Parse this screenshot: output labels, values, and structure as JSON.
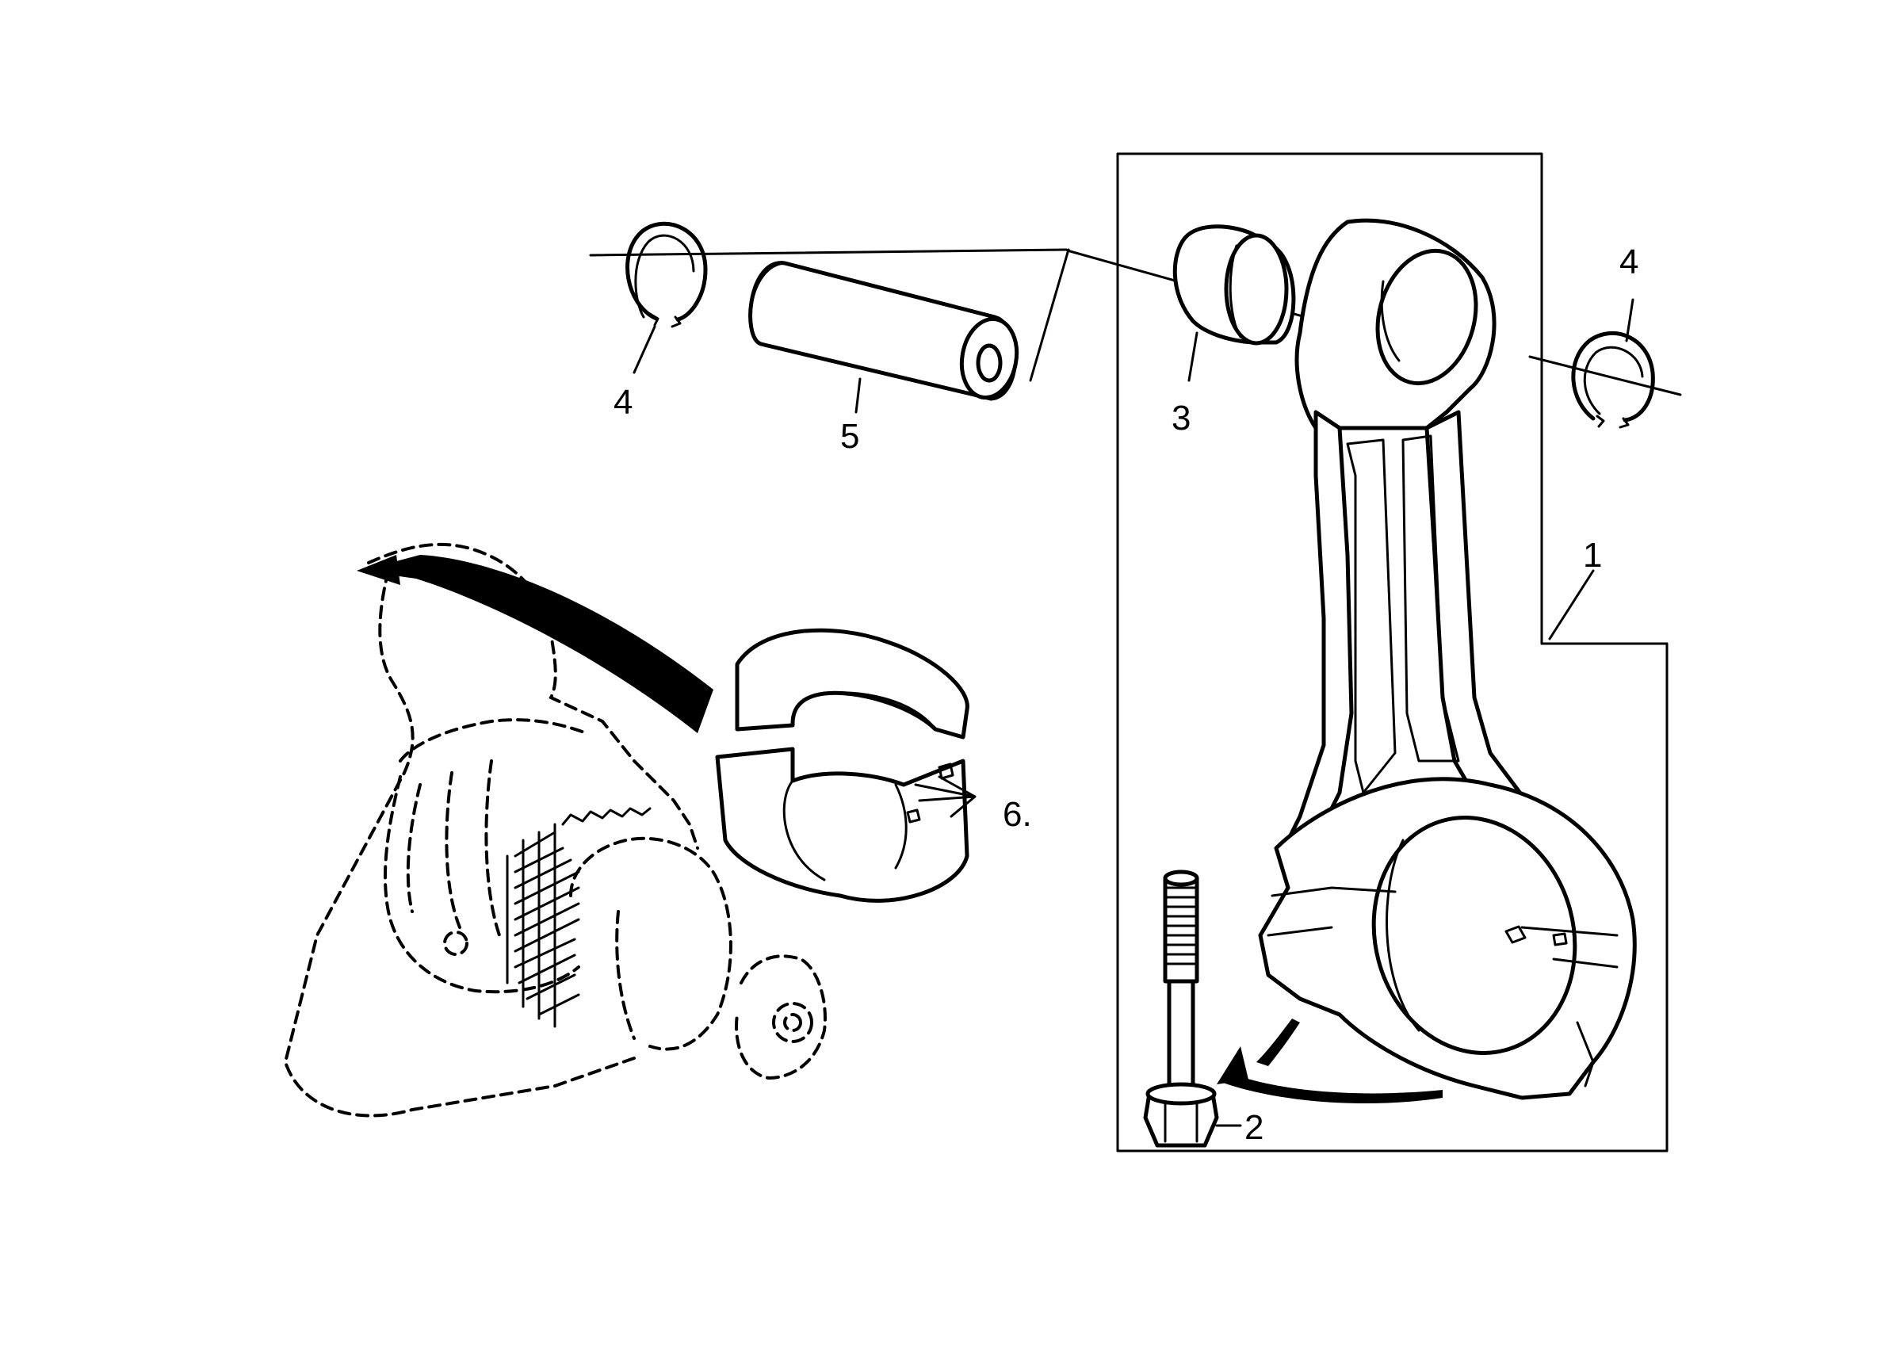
{
  "callouts": {
    "connecting_rod": "1",
    "rod_bolt": "2",
    "small_end_bushing": "3",
    "circlip_left": "4",
    "circlip_right": "4",
    "piston_pin": "5",
    "big_end_bearing": "6."
  }
}
